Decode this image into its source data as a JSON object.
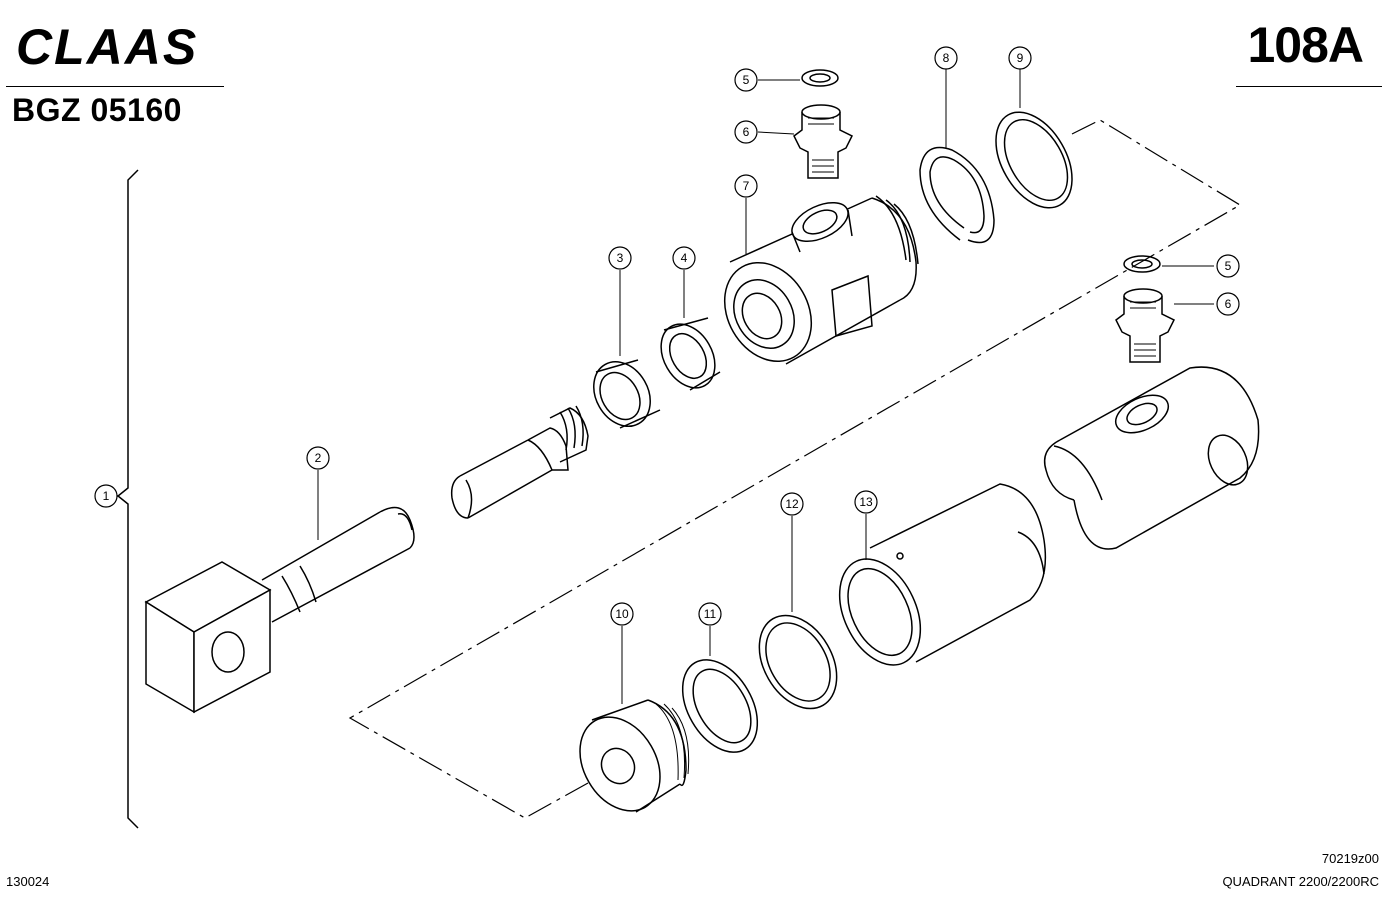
{
  "brand": {
    "logo_text": "CLAAS",
    "logo_color": "#000000"
  },
  "header": {
    "part_code": "BGZ 05160",
    "page_number": "108A"
  },
  "footer": {
    "left_code": "130024",
    "drawing_number": "70219z00",
    "model": "QUADRANT 2200/2200RC"
  },
  "callouts": [
    {
      "number": "1"
    },
    {
      "number": "2"
    },
    {
      "number": "3"
    },
    {
      "number": "4"
    },
    {
      "number": "5"
    },
    {
      "number": "6"
    },
    {
      "number": "7"
    },
    {
      "number": "8"
    },
    {
      "number": "9"
    },
    {
      "number": "5"
    },
    {
      "number": "6"
    },
    {
      "number": "10"
    },
    {
      "number": "11"
    },
    {
      "number": "12"
    },
    {
      "number": "13"
    }
  ]
}
